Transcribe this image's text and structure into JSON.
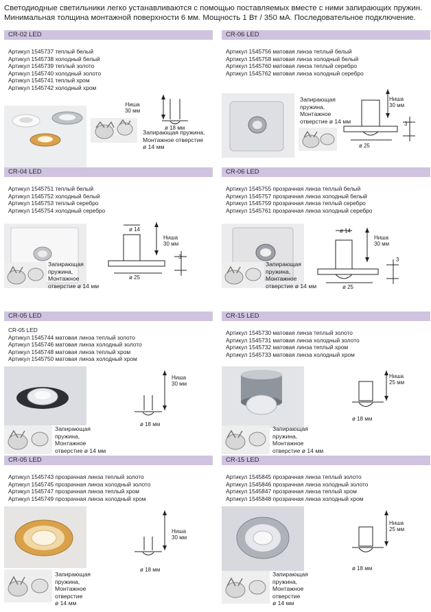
{
  "intro": {
    "line1": "Светодиодные светильники легко устанавливаются с помощью поставляемых вместе с ними запирающих пружин.",
    "line2": "Минимальная толщина монтажной поверхности 6 мм.  Мощность 1 Вт / 350 мА. Последовательное подключение."
  },
  "panels": [
    {
      "title": "CR-02 LED",
      "articles": [
        "Артикул 1545737 теплый белый",
        "Артикул 1545738  холодный белый",
        "Артикул 1545739 теплый золото",
        "Артикул 1545740  холодный золото",
        "Артикул 1545741  теплый хром",
        "Артикул 1545742  холодный хром"
      ],
      "caption": [
        "Запирающая пружина,",
        "Монтажное отверстие",
        "ø 14 мм"
      ],
      "niche_label": [
        "Ниша",
        "30 мм"
      ],
      "diameter_label": "ø 18 мм"
    },
    {
      "title": "CR-06 LED",
      "articles": [
        "Артикул 1545756  матовая линза теплый белый",
        "Артикул 1545758  матовая линза холодный белый",
        "Артикул 1545760  матовая линза теплый серебро",
        "Артикул 1545762  матовая линза холодный серебро"
      ],
      "caption": [
        "Запирающая",
        "пружина,",
        "Монтажное",
        "отверстие ø 14 мм"
      ],
      "niche_label": [
        "Ниша",
        "30 мм"
      ],
      "depth_label": "3",
      "diameter_label": "ø 25"
    },
    {
      "title": "CR-04 LED",
      "articles": [
        "Артикул 1545751 теплый белый",
        "Артикул 1545752 холодный белый",
        "Артикул 1545753 теплый серебро",
        "Артикул 1545754 холодный серебро"
      ],
      "caption": [
        "Запирающая",
        "пружина,",
        "Монтажное",
        "отверстие ø 14 мм"
      ],
      "niche_label": [
        "Ниша",
        "30 мм"
      ],
      "top_label": "ø 14",
      "depth_label": "3",
      "diameter_label": "ø 25"
    },
    {
      "title": "CR-06 LED",
      "articles": [
        "Артикул 1545755  прозрачная линза теплый белый",
        "Артикул 1545757  прозрачная линза холодный белый",
        "Артикул 1545759  прозрачная линза теплый серебро",
        "Артикул 1545761  прозрачная линза холодный серебро"
      ],
      "caption": [
        "Запирающая",
        "пружина,",
        "Монтажное",
        "отверстие ø 14 мм"
      ],
      "niche_label": [
        "Ниша",
        "30 мм"
      ],
      "top_label": "ø 14",
      "depth_label": "3",
      "diameter_label": "ø 25"
    },
    {
      "title": "CR-05 LED",
      "articles": [
        "CR-05 LED",
        "Артикул 1545744 матовая линза теплый золото",
        "Артикул 1545746 матовая линза холодный золото",
        "Артикул 1545748 матовая линза теплый хром",
        "Артикул 1545750 матовая линза холодный хром"
      ],
      "caption": [
        "Запирающая",
        "пружина,",
        "Монтажное",
        "отверстие ø 14 мм"
      ],
      "niche_label": [
        "Ниша",
        "30 мм"
      ],
      "diameter_label": "ø 18 мм"
    },
    {
      "title": "CR-15 LED",
      "articles": [
        "Артикул 1545730 матовая линза теплый золото",
        "Артикул 1545731 матовая линза холодный золото",
        "Артикул 1545732 матовая линза теплый хром",
        "Артикул 1545733 матовая линза холодный хром"
      ],
      "caption": [
        "Запирающая",
        "пружина,",
        "Монтажное",
        "отверстие ø 14 мм"
      ],
      "niche_label": [
        "Ниша",
        "25 мм"
      ],
      "diameter_label": "ø 18 мм"
    },
    {
      "title": "CR-05 LED",
      "articles": [
        "Артикул 1545743 прозрачная линза теплый золото",
        "Артикул 1545745 прозрачная линза холодный золото",
        "Артикул 1545747 прозрачная линза теплый хром",
        "Артикул 1545749 прозрачная линза холодный хром"
      ],
      "caption": [
        "Запирающая",
        "пружина,",
        "Монтажное",
        "отверстие",
        "ø 14 мм"
      ],
      "niche_label": [
        "Ниша",
        "30 мм"
      ],
      "diameter_label": "ø 18 мм"
    },
    {
      "title": "CR-15 LED",
      "articles": [
        "Артикул 1545845 прозрачная линза теплый золото",
        "Артикул 1545846 прозрачная линза холодный золото",
        "Артикул 1545847 прозрачная линза теплый хром",
        "Артикул 1545848 прозрачная линза холодный хром"
      ],
      "caption": [
        "Запирающая",
        "пружина,",
        "Монтажное",
        "отверстие",
        "ø 14 мм"
      ],
      "niche_label": [
        "Ниша",
        "25 мм"
      ],
      "diameter_label": "ø 18 мм"
    }
  ],
  "colors": {
    "header_band": "#cfc3e0",
    "gold": "#d9a14a",
    "chrome": "#9aa0a8"
  }
}
